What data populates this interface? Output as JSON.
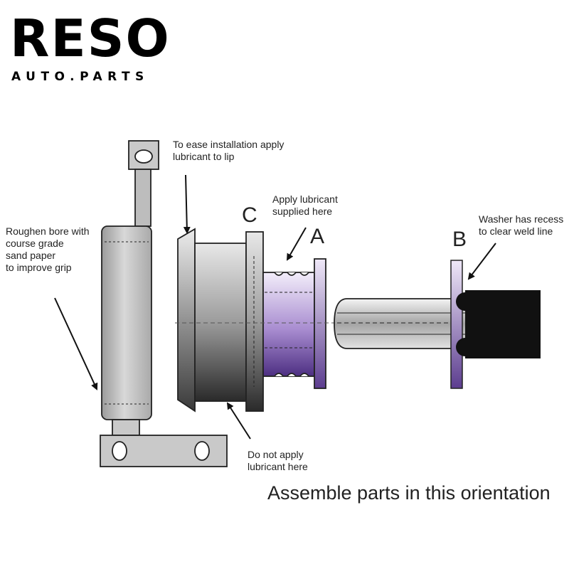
{
  "brand": {
    "name": "RESO",
    "tagline": "AUTO.PARTS"
  },
  "annotations": {
    "roughen_bore": [
      "Roughen bore with",
      "course grade",
      "sand paper",
      "to improve grip"
    ],
    "ease_install": [
      "To ease installation apply",
      "lubricant to lip"
    ],
    "apply_lubricant": [
      "Apply lubricant",
      "supplied here"
    ],
    "washer_recess": [
      "Washer has recess",
      "to clear weld line"
    ],
    "no_lubricant": [
      "Do not apply",
      "lubricant here"
    ]
  },
  "part_labels": {
    "a": "A",
    "b": "B",
    "c": "C"
  },
  "caption": "Assemble parts in this orientation",
  "colors": {
    "outline": "#222222",
    "gray_light": "#d9d9d9",
    "gray_dark": "#4a4a4a",
    "purple": "#5c3d8f",
    "black": "#111111"
  }
}
